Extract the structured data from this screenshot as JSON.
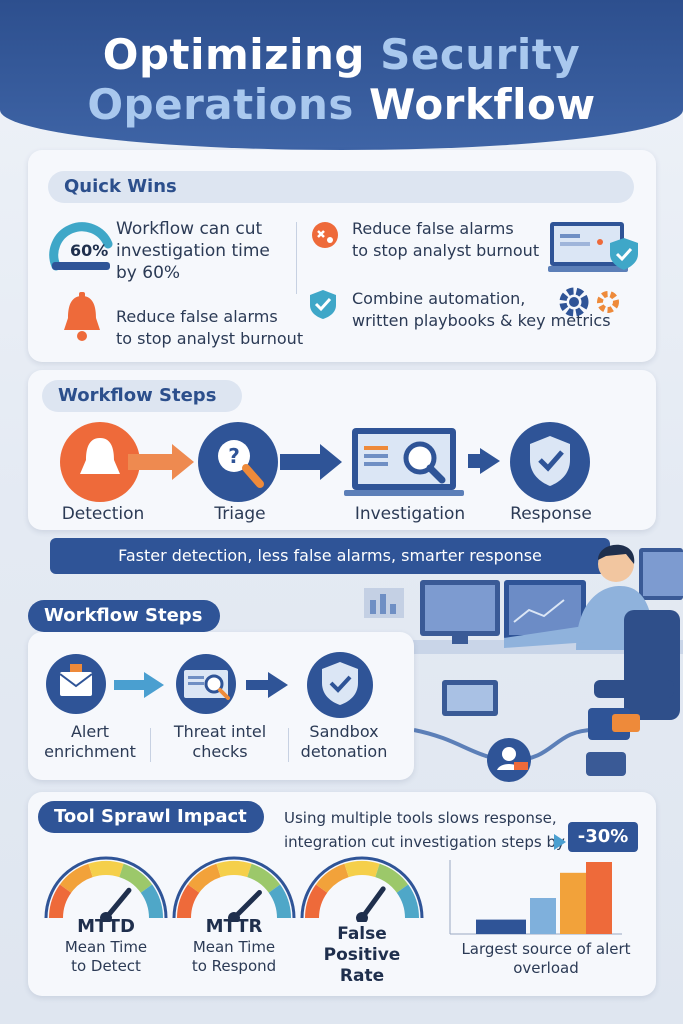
{
  "header": {
    "title_line1_a": "Optimizing ",
    "title_line1_b": "Security",
    "title_line2_a": "Operations ",
    "title_line2_b": "Workflow"
  },
  "quick_wins": {
    "heading": "Quick Wins",
    "badge_percent": "60%",
    "item1": [
      "Workflow can cut",
      "investigation time",
      "by 60%"
    ],
    "item2": [
      "Reduce false alarms",
      "to stop analyst burnout"
    ],
    "item3": [
      "Reduce false alarms",
      "to stop analyst burnout"
    ],
    "item4": [
      "Combine automation,",
      "written playbooks & key metrics"
    ]
  },
  "workflow_steps_1": {
    "heading": "Workflow Steps",
    "steps": [
      "Detection",
      "Triage",
      "Investigation",
      "Response"
    ],
    "banner": "Faster detection, less false alarms, smarter response"
  },
  "workflow_steps_2": {
    "heading": "Workflow Steps",
    "steps": [
      [
        "Alert",
        "enrichment"
      ],
      [
        "Threat intel",
        "checks"
      ],
      [
        "Sandbox",
        "detonation"
      ]
    ]
  },
  "tool_sprawl": {
    "heading": "Tool Sprawl Impact",
    "note": [
      "Using multiple tools slows response,",
      "integration cut investigation steps by"
    ],
    "reduction": "-30%",
    "gauges": [
      {
        "title": "MTTD",
        "sub": [
          "Mean Time",
          "to Detect"
        ],
        "level": 0.72
      },
      {
        "title": "MTTR",
        "sub": [
          "Mean Time",
          "to Respond"
        ],
        "level": 0.75
      },
      {
        "title": "",
        "sub": [
          "False",
          "Positive Rate"
        ],
        "level": 0.7
      }
    ],
    "bar_caption": [
      "Largest source of alert",
      "overload"
    ],
    "bar_values": [
      0.2,
      0.5,
      0.85,
      1.0
    ]
  },
  "colors": {
    "navy": "#2f5497",
    "orange": "#ee6a3a",
    "teal": "#3fa7c8",
    "light": "#dde5f1"
  }
}
